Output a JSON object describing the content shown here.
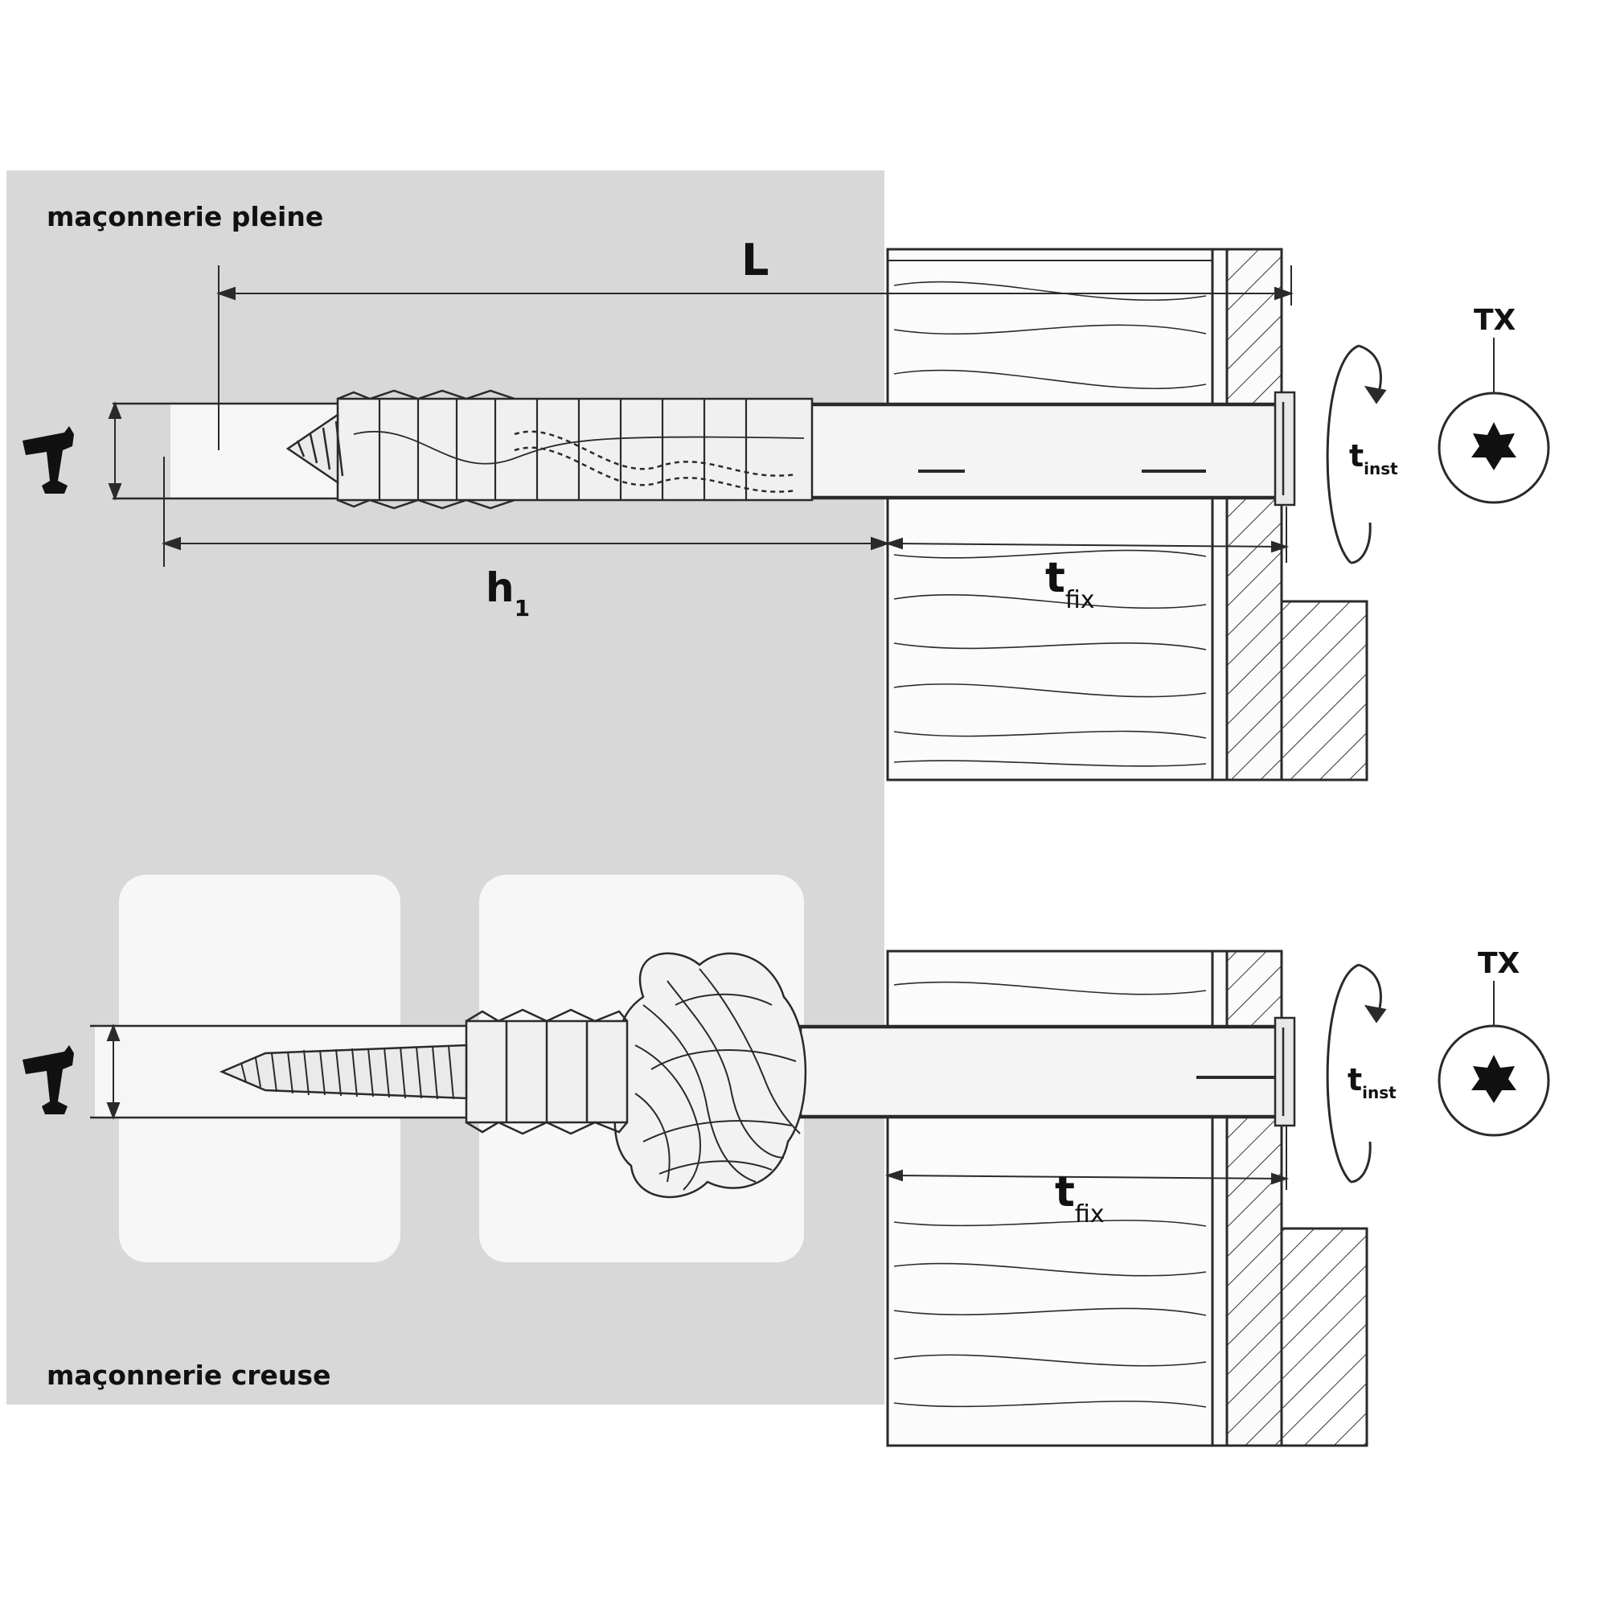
{
  "labels": {
    "solid_masonry": "maçonnerie pleine",
    "hollow_masonry": "maçonnerie creuse",
    "length": "L",
    "drill_depth_h": "h",
    "drill_depth_sub": "1",
    "fixture_t": "t",
    "fixture_sub": "fix",
    "fixture_t_2": "t",
    "fixture_sub_2": "fix",
    "torque_t": "t",
    "torque_sub": "inst",
    "torque_t_2": "t",
    "torque_sub_2": "inst",
    "drive_tx": "TX",
    "drive_tx_2": "TX"
  },
  "icons": {
    "drill": "drill-icon",
    "torx": "torx-drive-icon",
    "rotation": "rotation-arrow-icon"
  },
  "colors": {
    "masonry_bg": "#d8d8d8",
    "hollow_cell": "#f7f7f7",
    "line": "#2a2a2a",
    "sleeve": "#f4f4f4"
  }
}
